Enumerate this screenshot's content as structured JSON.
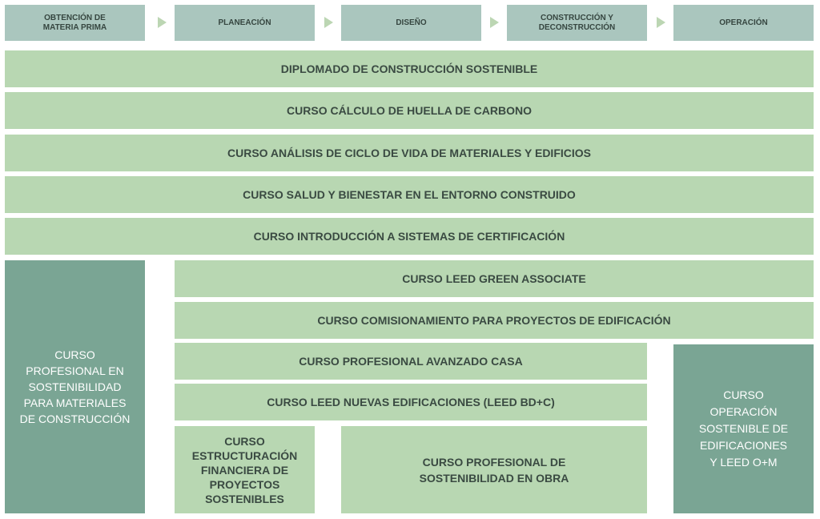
{
  "phases": [
    {
      "label": "OBTENCIÓN DE\nMATERIA PRIMA"
    },
    {
      "label": "PLANEACIÓN"
    },
    {
      "label": "DISEÑO"
    },
    {
      "label": "CONSTRUCCIÓN Y\nDECONSTRUCCIÓN"
    },
    {
      "label": "OPERACIÓN"
    }
  ],
  "full_courses": [
    "DIPLOMADO DE CONSTRUCCIÓN SOSTENIBLE",
    "CURSO CÁLCULO DE HUELLA DE CARBONO",
    "CURSO ANÁLISIS DE CICLO DE VIDA DE MATERIALES Y EDIFICIOS",
    "CURSO SALUD Y BIENESTAR EN EL ENTORNO CONSTRUIDO",
    "CURSO INTRODUCCIÓN A SISTEMAS DE CERTIFICACIÓN"
  ],
  "partial_courses": [
    "CURSO LEED GREEN ASSOCIATE",
    "CURSO COMISIONAMIENTO PARA PROYECTOS DE EDIFICACIÓN",
    "CURSO PROFESIONAL AVANZADO CASA",
    "CURSO LEED NUEVAS EDIFICACIONES (LEED BD+C)"
  ],
  "materials_course": "CURSO\nPROFESIONAL EN\nSOSTENIBILIDAD\nPARA MATERIALES\nDE CONSTRUCCIÓN",
  "financial_course": "CURSO\nESTRUCTURACIÓN\nFINANCIERA DE\nPROYECTOS\nSOSTENIBLES",
  "onsite_course": "CURSO PROFESIONAL DE\nSOSTENIBILIDAD EN OBRA",
  "operation_course": "CURSO\nOPERACIÓN\nSOSTENIBLE DE\nEDIFICACIONES\nY LEED O+M"
}
